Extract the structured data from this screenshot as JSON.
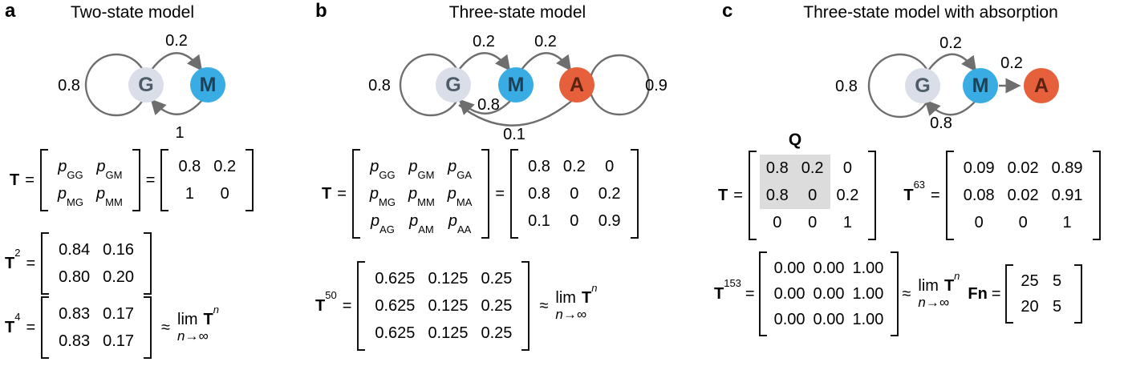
{
  "sym": {
    "eq": "=",
    "approx": "≈",
    "lim": "lim",
    "t": "T",
    "n": "n",
    "lim_sub": "n→∞"
  },
  "colors": {
    "state_g_fill": "#d9dee9",
    "state_m_fill": "#38ace3",
    "state_a_fill": "#e6603b",
    "arrow_gray": "#6e6e6e",
    "q_highlight": "#dcdcdc"
  },
  "panel_a": {
    "letter": "a",
    "title": "Two-state model",
    "states": [
      {
        "label": "G"
      },
      {
        "label": "M"
      }
    ],
    "edges": {
      "g_self": "0.8",
      "g_to_m": "0.2",
      "m_to_g": "1"
    },
    "lhs": {
      "T": {
        "base": "T"
      },
      "T2": {
        "base": "T",
        "sup": "2"
      },
      "T4": {
        "base": "T",
        "sup": "4"
      }
    },
    "T_symbolic": [
      [
        "p_GG",
        "p_GM"
      ],
      [
        "p_MG",
        "p_MM"
      ]
    ],
    "T": [
      [
        "0.8",
        "0.2"
      ],
      [
        "1",
        "0"
      ]
    ],
    "T2": [
      [
        "0.84",
        "0.16"
      ],
      [
        "0.80",
        "0.20"
      ]
    ],
    "T4": [
      [
        "0.83",
        "0.17"
      ],
      [
        "0.83",
        "0.17"
      ]
    ]
  },
  "panel_b": {
    "letter": "b",
    "title": "Three-state model",
    "states": [
      {
        "label": "G"
      },
      {
        "label": "M"
      },
      {
        "label": "A"
      }
    ],
    "edges": {
      "g_self": "0.8",
      "g_to_m": "0.2",
      "m_to_a": "0.2",
      "m_to_g": "0.8",
      "a_to_g": "0.1",
      "a_self": "0.9"
    },
    "lhs": {
      "T": {
        "base": "T"
      },
      "T50": {
        "base": "T",
        "sup": "50"
      }
    },
    "T_symbolic": [
      [
        "p_GG",
        "p_GM",
        "p_GA"
      ],
      [
        "p_MG",
        "p_MM",
        "p_MA"
      ],
      [
        "p_AG",
        "p_AM",
        "p_AA"
      ]
    ],
    "T": [
      [
        "0.8",
        "0.2",
        "0"
      ],
      [
        "0.8",
        "0",
        "0.2"
      ],
      [
        "0.1",
        "0",
        "0.9"
      ]
    ],
    "T50": [
      [
        "0.625",
        "0.125",
        "0.25"
      ],
      [
        "0.625",
        "0.125",
        "0.25"
      ],
      [
        "0.625",
        "0.125",
        "0.25"
      ]
    ]
  },
  "panel_c": {
    "letter": "c",
    "title": "Three-state model with absorption",
    "q_label": "Q",
    "states": [
      {
        "label": "G"
      },
      {
        "label": "M"
      },
      {
        "label": "A"
      }
    ],
    "edges": {
      "g_self": "0.8",
      "g_to_m": "0.2",
      "m_to_a": "0.2",
      "m_to_g": "0.8"
    },
    "lhs": {
      "T": {
        "base": "T"
      },
      "T63": {
        "base": "T",
        "sup": "63"
      },
      "T153": {
        "base": "T",
        "sup": "153"
      },
      "Fn": {
        "base": "Fn"
      }
    },
    "T": [
      [
        "0.8",
        "0.2",
        "0"
      ],
      [
        "0.8",
        "0",
        "0.2"
      ],
      [
        "0",
        "0",
        "1"
      ]
    ],
    "T63": [
      [
        "0.09",
        "0.02",
        "0.89"
      ],
      [
        "0.08",
        "0.02",
        "0.91"
      ],
      [
        "0",
        "0",
        "1"
      ]
    ],
    "T153": [
      [
        "0.00",
        "0.00",
        "1.00"
      ],
      [
        "0.00",
        "0.00",
        "1.00"
      ],
      [
        "0.00",
        "0.00",
        "1.00"
      ]
    ],
    "Fn": [
      [
        "25",
        "5"
      ],
      [
        "20",
        "5"
      ]
    ]
  }
}
